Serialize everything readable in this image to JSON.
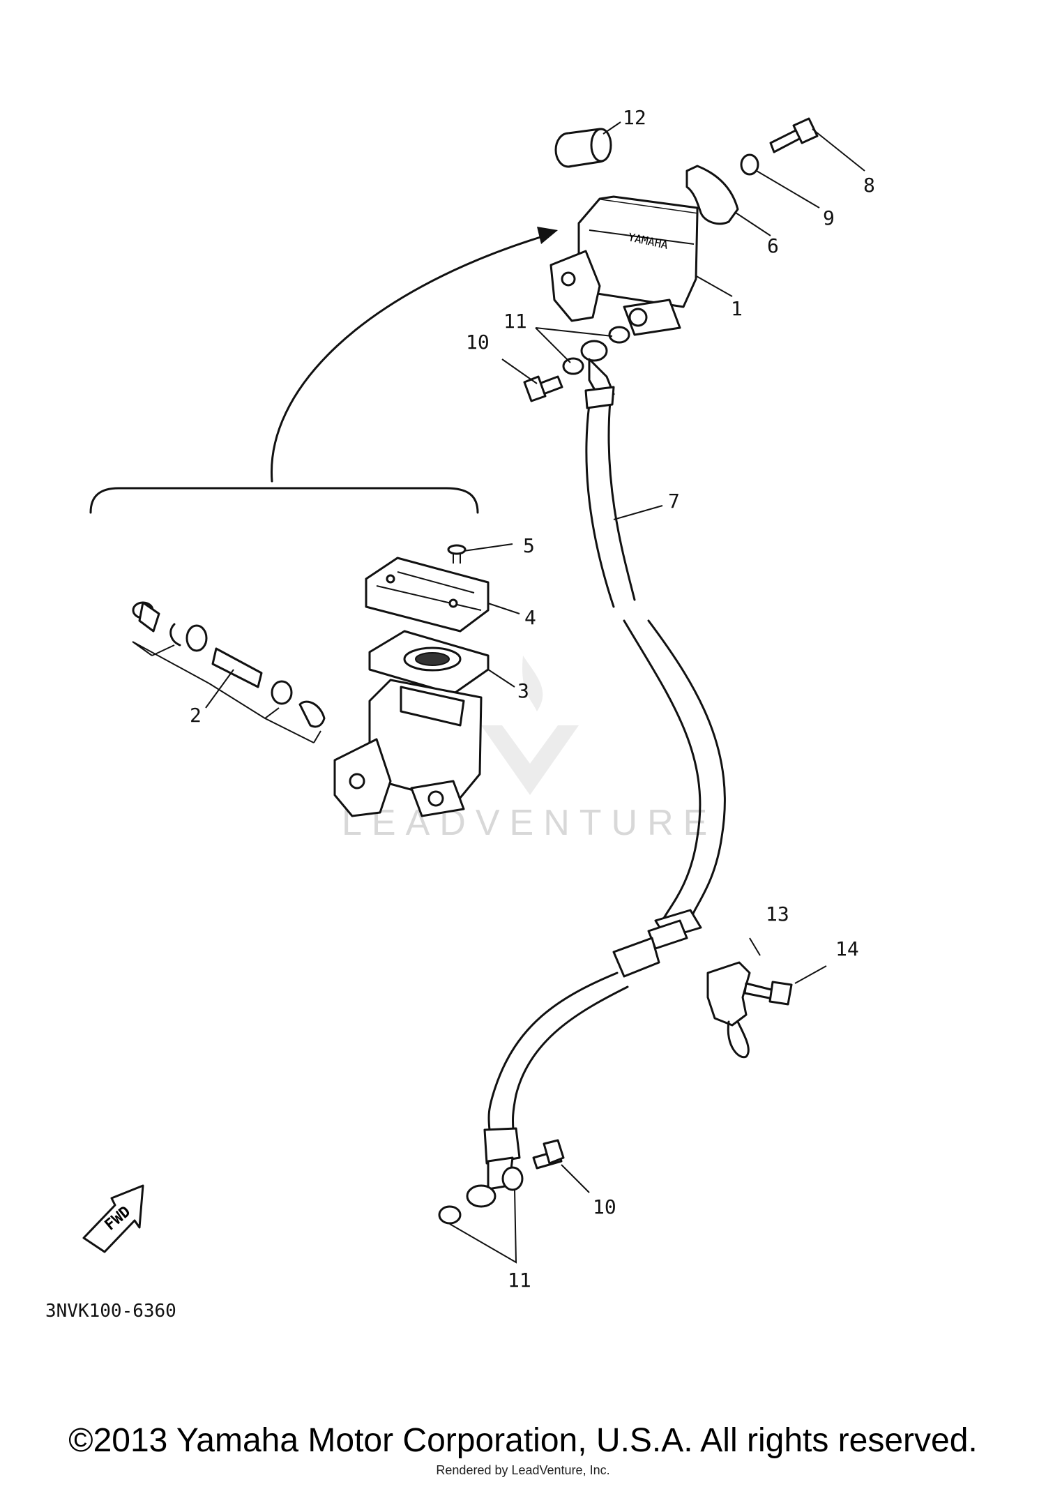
{
  "diagram": {
    "callouts": {
      "c1": "1",
      "c2": "2",
      "c3": "3",
      "c4": "4",
      "c5": "5",
      "c6": "6",
      "c7": "7",
      "c8": "8",
      "c9": "9",
      "c10a": "10",
      "c10b": "10",
      "c11a": "11",
      "c11b": "11",
      "c12": "12",
      "c13": "13",
      "c14": "14"
    },
    "fwd_label": "FWD",
    "drawing_code": "3NVK100-6360",
    "reservoir_lettering": "YAMAHA",
    "watermark": "LEADVENTURE"
  },
  "footer": {
    "copyright": "©2013 Yamaha Motor Corporation, U.S.A. All rights reserved.",
    "rendered_by": "Rendered by LeadVenture, Inc."
  }
}
